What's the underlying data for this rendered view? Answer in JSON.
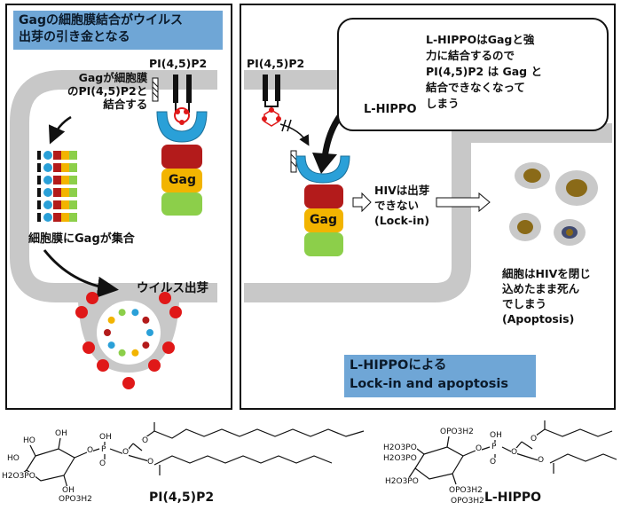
{
  "left_panel": {
    "title_line1": "Gagの細胞膜結合がウイルス",
    "title_line2": "出芽の引き金となる",
    "pip2_label": "PI(4,5)P2",
    "binding_note": "Gagが細胞膜\nのPI(4,5)P2と\n結合する",
    "gag_label": "Gag",
    "assembly_label": "細胞膜にGagが集合",
    "budding_label": "ウイルス出芽"
  },
  "right_panel": {
    "pip2_label": "PI(4,5)P2",
    "gag_label": "Gag",
    "bubble_text": "L-HIPPOはGagと強\n力に結合するので\nPI(4,5)P2 は Gag と\n結合できなくなって\nしまう",
    "lhippo_label": "L-HIPPO",
    "lockin_text": "HIVは出芽\nできない\n(Lock-in)",
    "apoptosis_text": "細胞はHIVを閉じ\n込めたまま死ん\nでしまう\n(Apoptosis)",
    "bottom_title_line1": "L-HIPPOによる",
    "bottom_title_line2": "Lock-in and apoptosis"
  },
  "structures": {
    "pip2": {
      "name": "PI(4,5)P2",
      "atoms": [
        "HO",
        "OH",
        "O",
        "P",
        "OH",
        "O",
        "O",
        "O",
        "O",
        "HO",
        "OH",
        "H2O3PO",
        "OPO3H2"
      ]
    },
    "lhippo": {
      "name": "L-HIPPO",
      "atoms": [
        "OPO3H2",
        "O",
        "P",
        "OH",
        "O",
        "O",
        "O",
        "O",
        "H2O3PO",
        "H2O3PO",
        "H2O3PO",
        "OPO3H2",
        "OPO3H2"
      ]
    }
  },
  "colors": {
    "title_bg": "#6fa6d6",
    "membrane": "#c8c8c8",
    "gag_top": "#b31b1b",
    "gag_mid": "#f2b400",
    "gag_bottom": "#8ccf4a",
    "gag_head": "#2aa0d8",
    "lipid_red": "#e01818",
    "cell_outer": "#c9c9c9",
    "cell_nucleus": "#8a6a18"
  }
}
